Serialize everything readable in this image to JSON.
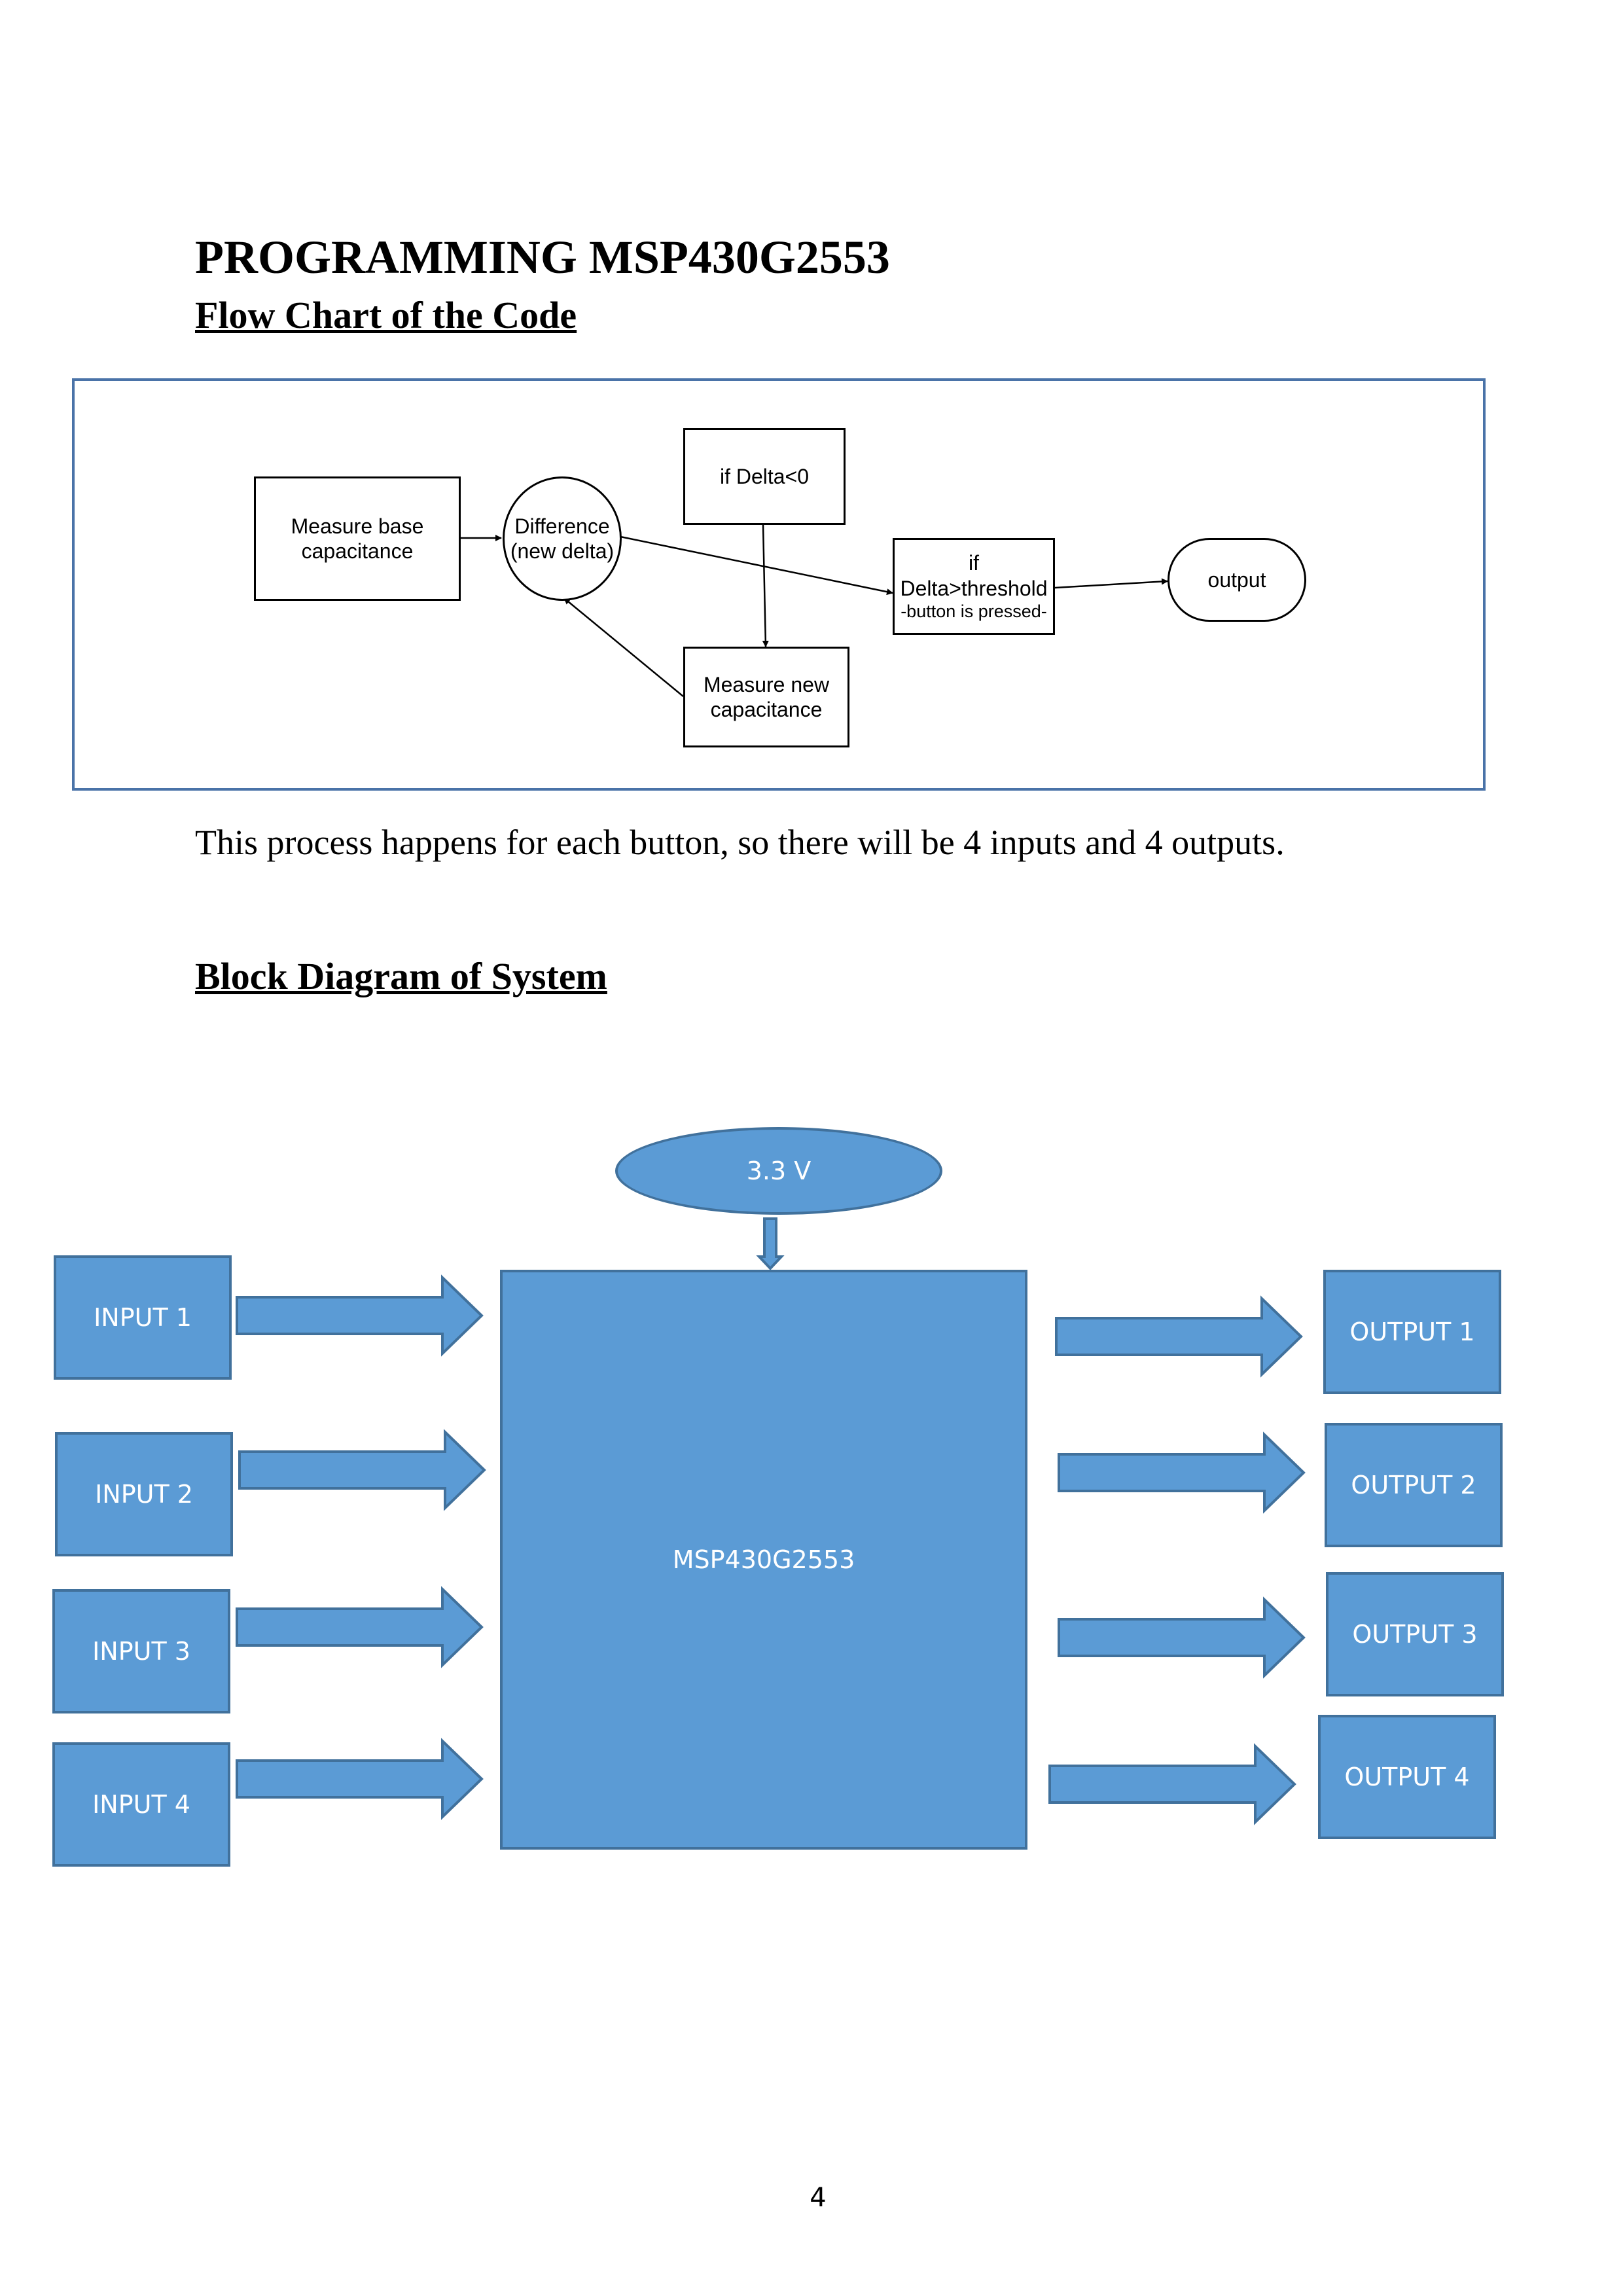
{
  "title": "PROGRAMMING MSP430G2553",
  "flow_chart": {
    "heading": "Flow Chart of the Code",
    "measure_base_line1": "Measure base",
    "measure_base_line2": "capacitance",
    "difference_line1": "Difference",
    "difference_line2": "(new delta)",
    "if_delta_negative": "if Delta<0",
    "if_threshold_line1": "if",
    "if_threshold_line2": "Delta>threshold",
    "if_threshold_line3": "-button is pressed-",
    "output": "output",
    "measure_new_line1": "Measure new",
    "measure_new_line2": "capacitance"
  },
  "description": "This process happens for each button, so there will be 4 inputs and 4 outputs.",
  "block_diagram": {
    "heading": "Block Diagram of System",
    "power": "3.3 V",
    "mcu": "MSP430G2553",
    "inputs": [
      "INPUT 1",
      "INPUT 2",
      "INPUT 3",
      "INPUT 4"
    ],
    "outputs": [
      "OUTPUT 1",
      "OUTPUT 2",
      "OUTPUT 3",
      "OUTPUT 4"
    ],
    "fill_color": "#5b9bd5",
    "border_color": "#41719c"
  },
  "page_number": "4"
}
